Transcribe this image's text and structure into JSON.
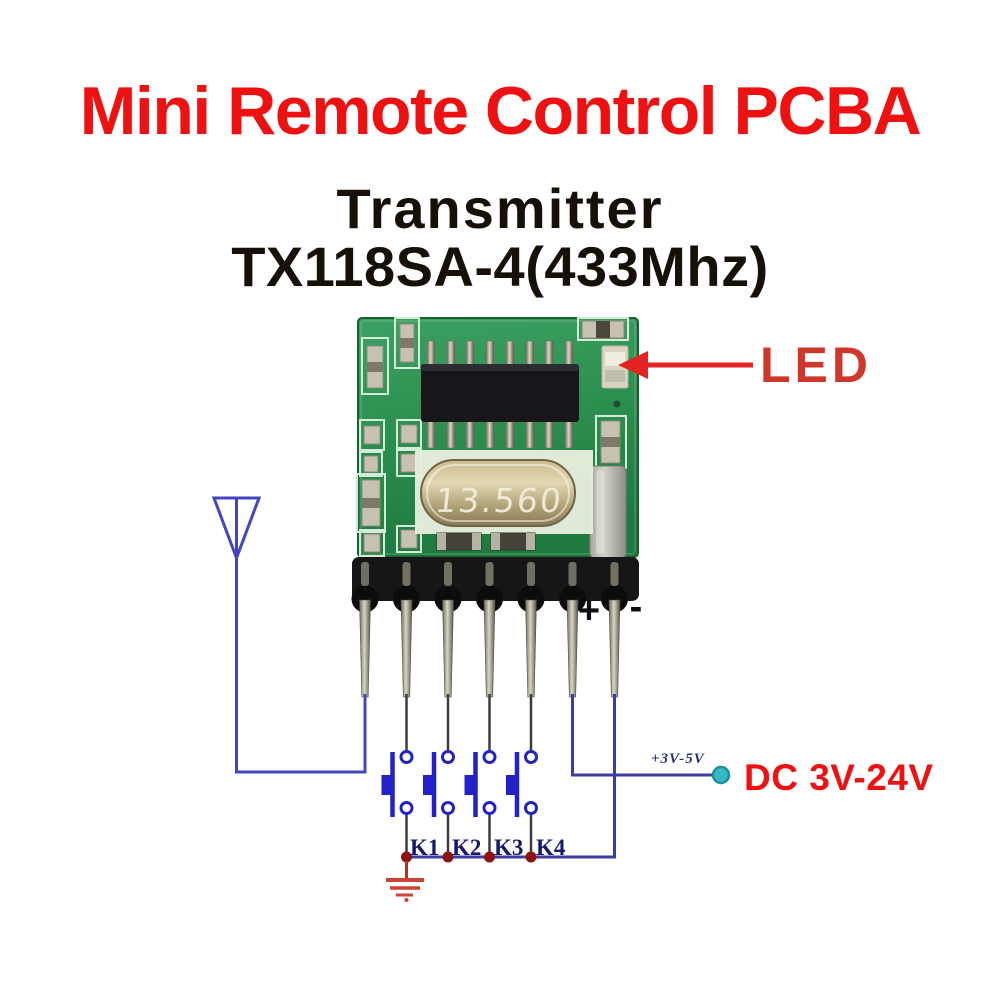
{
  "page": {
    "background": "#ffffff"
  },
  "header": {
    "title": "Mini Remote Control PCBA",
    "product_type": "Transmitter",
    "model": "TX118SA-4(433Mhz)"
  },
  "pcb": {
    "crystal_marking": "13.560",
    "pin_count": 7,
    "board_color": "#2e9150"
  },
  "schematic": {
    "led_label": "LED",
    "plus_label": "+",
    "minus_label": "-",
    "supply_pin_label": "+3V-5V",
    "supply_range_label": "DC 3V-24V",
    "button_labels": [
      "K1",
      "K2",
      "K3",
      "K4"
    ]
  },
  "colors": {
    "title_red": "#ee1111",
    "text_black": "#161006",
    "annotation_red": "#e32222",
    "led_text_red": "#d0372c",
    "button_blue": "#2222c8",
    "wire_blue": "#4545c0",
    "wire_navy": "#3c3ca6",
    "wire_gray": "#3d3d3d",
    "label_navy": "#18186b",
    "junction_dark_red": "#8e1212",
    "ground_red": "#cc4434",
    "terminal_teal": "#35b8c8"
  }
}
